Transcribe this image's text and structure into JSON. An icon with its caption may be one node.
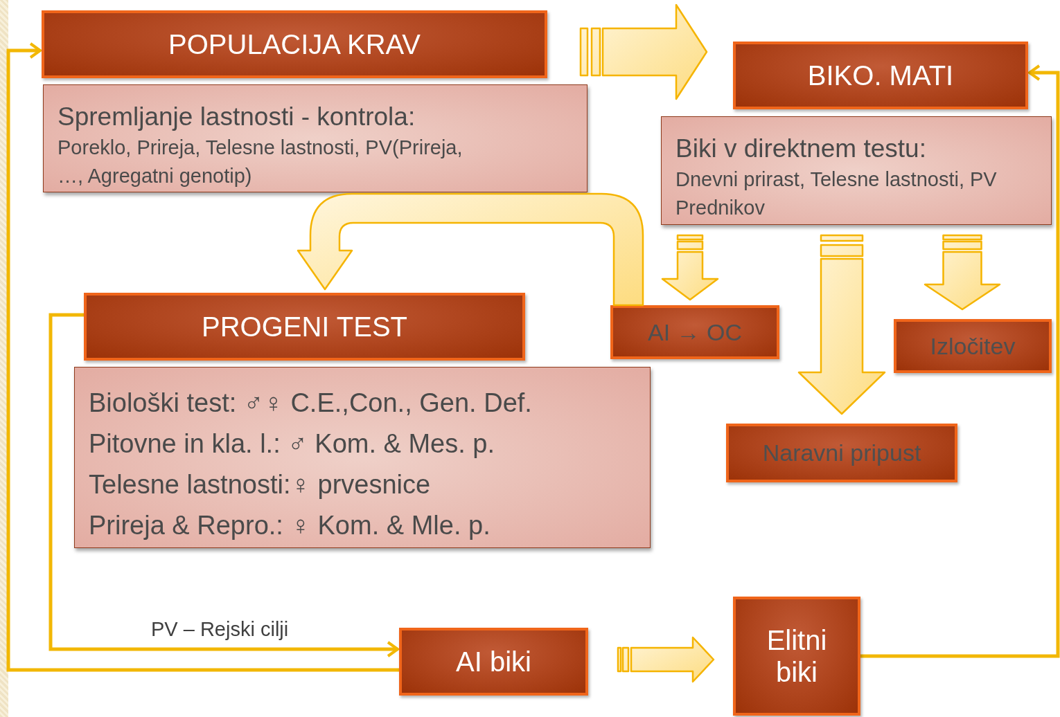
{
  "diagram": {
    "nodes": [
      {
        "text": [
          "POPULACIJA KRAV"
        ]
      },
      {
        "text": [
          "Spremljanje lastnosti - kontrola:",
          "Poreklo, Prireja, Telesne lastnosti, PV(Prireja, …, Agregatni genotip)"
        ]
      },
      {
        "text": [
          "BIKO. MATI"
        ]
      },
      {
        "text": [
          "Biki v direktnem testu:",
          "Dnevni prirast, Telesne lastnosti, PV Prednikov"
        ]
      },
      {
        "text": [
          "PROGENI TEST"
        ]
      },
      {
        "text": [
          "Biološki test: ♂♀ C.E.,Con., Gen. Def.",
          "Pitovne in kla. l.: ♂ Kom. & Mes. p.",
          "Telesne lastnosti:♀ prvesnice",
          "Prireja & Repro.: ♀ Kom. & Mle. p."
        ]
      },
      {
        "text": [
          "AI → OC"
        ]
      },
      {
        "text": [
          "Izločitev"
        ]
      },
      {
        "text": [
          "Naravni pripust"
        ]
      },
      {
        "text": [
          "AI biki"
        ]
      },
      {
        "text": [
          "Elitni biki"
        ]
      }
    ],
    "edges": [
      {
        "from": 0,
        "to": 2,
        "arrow": "to",
        "style": "thick"
      },
      {
        "from": 3,
        "to": 6,
        "arrow": "to",
        "style": "thick"
      },
      {
        "from": 3,
        "to": 8,
        "arrow": "to",
        "style": "thick"
      },
      {
        "from": 3,
        "to": 7,
        "arrow": "to",
        "style": "thick"
      },
      {
        "from": 6,
        "to": 4,
        "arrow": "to",
        "style": "thick"
      },
      {
        "from": 4,
        "to": 9,
        "arrow": "to",
        "label": "PV – Rejski cilji"
      },
      {
        "from": 9,
        "to": 0,
        "arrow": "to"
      },
      {
        "from": 9,
        "to": 10,
        "arrow": "to",
        "style": "thick"
      },
      {
        "from": 10,
        "to": 2,
        "arrow": "to"
      }
    ]
  }
}
